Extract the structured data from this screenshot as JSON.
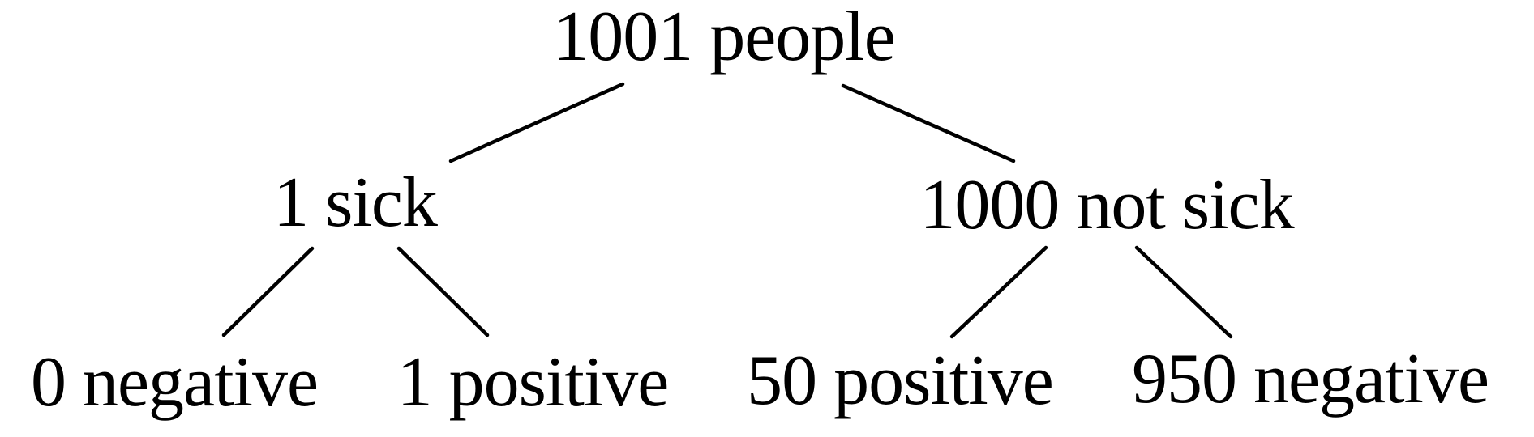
{
  "diagram_type": "tree",
  "colors": {
    "background": "#ffffff",
    "text": "#000000",
    "edge": "#000000"
  },
  "nodes": [
    {
      "id": "root",
      "label": "1001 people"
    },
    {
      "id": "sick",
      "label": "1 sick"
    },
    {
      "id": "not-sick",
      "label": "1000 not sick"
    },
    {
      "id": "sick-negative",
      "label": "0 negative"
    },
    {
      "id": "sick-positive",
      "label": "1 positive"
    },
    {
      "id": "notsick-positive",
      "label": "50 positive"
    },
    {
      "id": "notsick-negative",
      "label": "950 negative"
    }
  ],
  "edges": [
    {
      "from": "root",
      "to": "sick"
    },
    {
      "from": "root",
      "to": "not-sick"
    },
    {
      "from": "sick",
      "to": "sick-negative"
    },
    {
      "from": "sick",
      "to": "sick-positive"
    },
    {
      "from": "not-sick",
      "to": "notsick-positive"
    },
    {
      "from": "not-sick",
      "to": "notsick-negative"
    }
  ],
  "tree": {
    "label": "1001 people",
    "children": [
      {
        "label": "1 sick",
        "children": [
          {
            "label": "0 negative"
          },
          {
            "label": "1 positive"
          }
        ]
      },
      {
        "label": "1000 not sick",
        "children": [
          {
            "label": "50 positive"
          },
          {
            "label": "950 negative"
          }
        ]
      }
    ]
  }
}
